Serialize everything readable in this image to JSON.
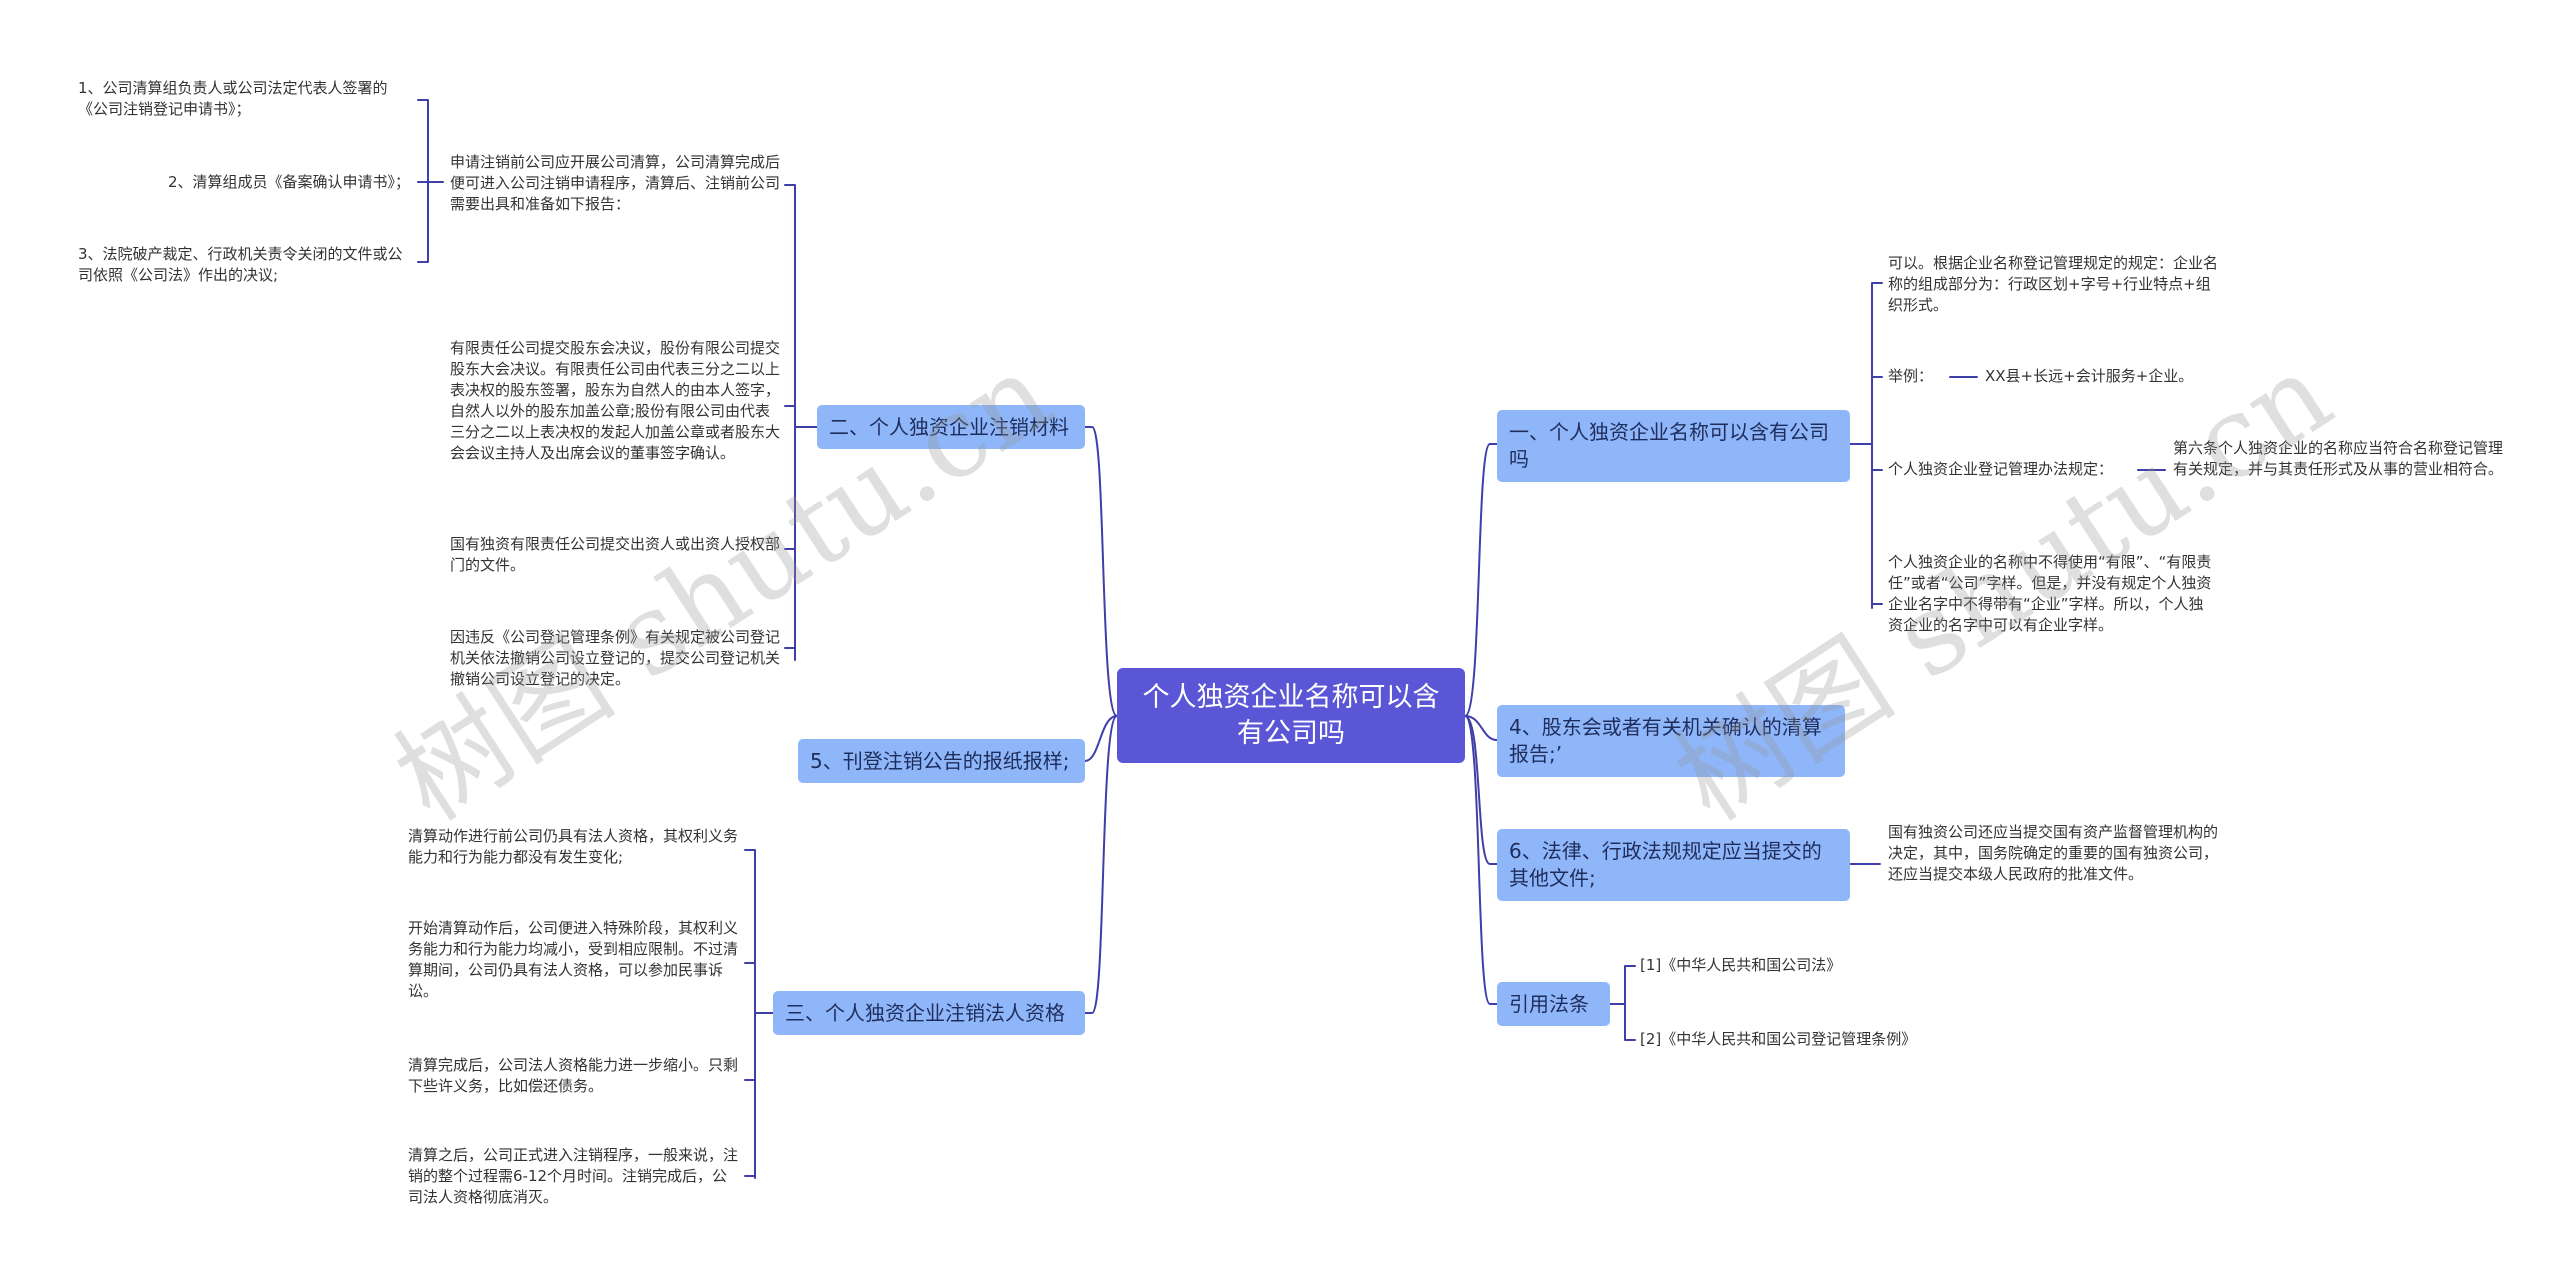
{
  "root": {
    "label": "个人独资企业名称可以含有公司吗"
  },
  "colors": {
    "root": "#5b56d6",
    "branch": "#8fb6f9",
    "line": "#3f3fa8"
  },
  "watermark": "树图 shutu.cn",
  "left": {
    "b2": {
      "label": "二、个人独资企业注销材料",
      "intro": "申请注销前公司应开展公司清算，公司清算完成后便可进入公司注销申请程序，清算后、注销前公司需要出具和准备如下报告：",
      "reports": [
        "1、公司清算组负责人或公司法定代表人签署的《公司注销登记申请书》；",
        "2、清算组成员《备案确认申请书》；",
        "3、法院破产裁定、行政机关责令关闭的文件或公司依照《公司法》作出的决议;"
      ],
      "items": [
        "有限责任公司提交股东会决议，股份有限公司提交股东大会决议。有限责任公司由代表三分之二以上表决权的股东签署，股东为自然人的由本人签字，自然人以外的股东加盖公章;股份有限公司由代表三分之二以上表决权的发起人加盖公章或者股东大会会议主持人及出席会议的董事签字确认。",
        "国有独资有限责任公司提交出资人或出资人授权部门的文件。",
        "因违反《公司登记管理条例》有关规定被公司登记机关依法撤销公司设立登记的，提交公司登记机关撤销公司设立登记的决定。"
      ]
    },
    "b5": {
      "label": "5、刊登注销公告的报纸报样;"
    },
    "b3": {
      "label": "三、个人独资企业注销法人资格",
      "items": [
        "清算动作进行前公司仍具有法人资格，其权利义务能力和行为能力都没有发生变化;",
        "开始清算动作后，公司便进入特殊阶段，其权利义务能力和行为能力均减小，受到相应限制。不过清算期间，公司仍具有法人资格，可以参加民事诉讼。",
        "清算完成后，公司法人资格能力进一步缩小。只剩下些许义务，比如偿还债务。",
        "清算之后，公司正式进入注销程序，一般来说，注销的整个过程需6-12个月时间。注销完成后，公司法人资格彻底消灭。"
      ]
    }
  },
  "right": {
    "b1": {
      "label": "一、个人独资企业名称可以含有公司吗",
      "items": [
        "可以。根据企业名称登记管理规定的规定：企业名称的组成部分为：行政区划+字号+行业特点+组织形式。",
        "举例：",
        "个人独资企业登记管理办法规定：",
        "个人独资企业的名称中不得使用“有限”、“有限责任”或者“公司”字样。但是，并没有规定个人独资企业名字中不得带有“企业”字样。所以，个人独资企业的名字中可以有企业字样。"
      ],
      "example": "XX县+长远+会计服务+企业。",
      "rule": "第六条个人独资企业的名称应当符合名称登记管理有关规定，并与其责任形式及从事的营业相符合。"
    },
    "b4": {
      "label": "4、股东会或者有关机关确认的清算报告;’"
    },
    "b6": {
      "label": "6、法律、行政法规规定应当提交的其他文件;",
      "item": "国有独资公司还应当提交国有资产监督管理机构的决定，其中，国务院确定的重要的国有独资公司，还应当提交本级人民政府的批准文件。"
    },
    "ref": {
      "label": "引用法条",
      "items": [
        "[1]《中华人民共和国公司法》",
        "[2]《中华人民共和国公司登记管理条例》"
      ]
    }
  }
}
